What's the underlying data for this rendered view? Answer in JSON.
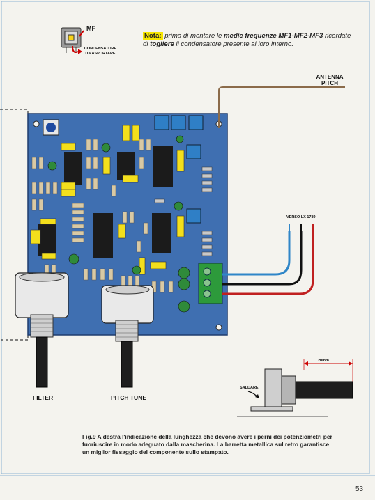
{
  "labels": {
    "mf": "MF",
    "capacitor_line1": "CONDENSATORE",
    "capacitor_line2": "DA ASPORTARE",
    "antenna_line1": "ANTENNA",
    "antenna_line2": "PITCH",
    "verso": "VERSO LX 1789",
    "filter": "FILTER",
    "pitch_tune": "PITCH TUNE",
    "saldare": "SALDARE",
    "dimension": "20mm"
  },
  "note": {
    "label": "Nota:",
    "part1": "prima di montare le",
    "bold1": "medie frequenze MF1-MF2-MF3",
    "part2": "ricordate di",
    "bold2": "togliere",
    "part3": "il condensatore presente al loro interno."
  },
  "caption": "Fig.9 A destra l'indicazione della lunghezza che devono avere i perni dei potenziometri per fuoriuscire in modo adeguato dalla mascherina. La barretta metallica sul retro garantisce un miglior fissaggio del componente sullo stampato.",
  "page_number": "53"
}
